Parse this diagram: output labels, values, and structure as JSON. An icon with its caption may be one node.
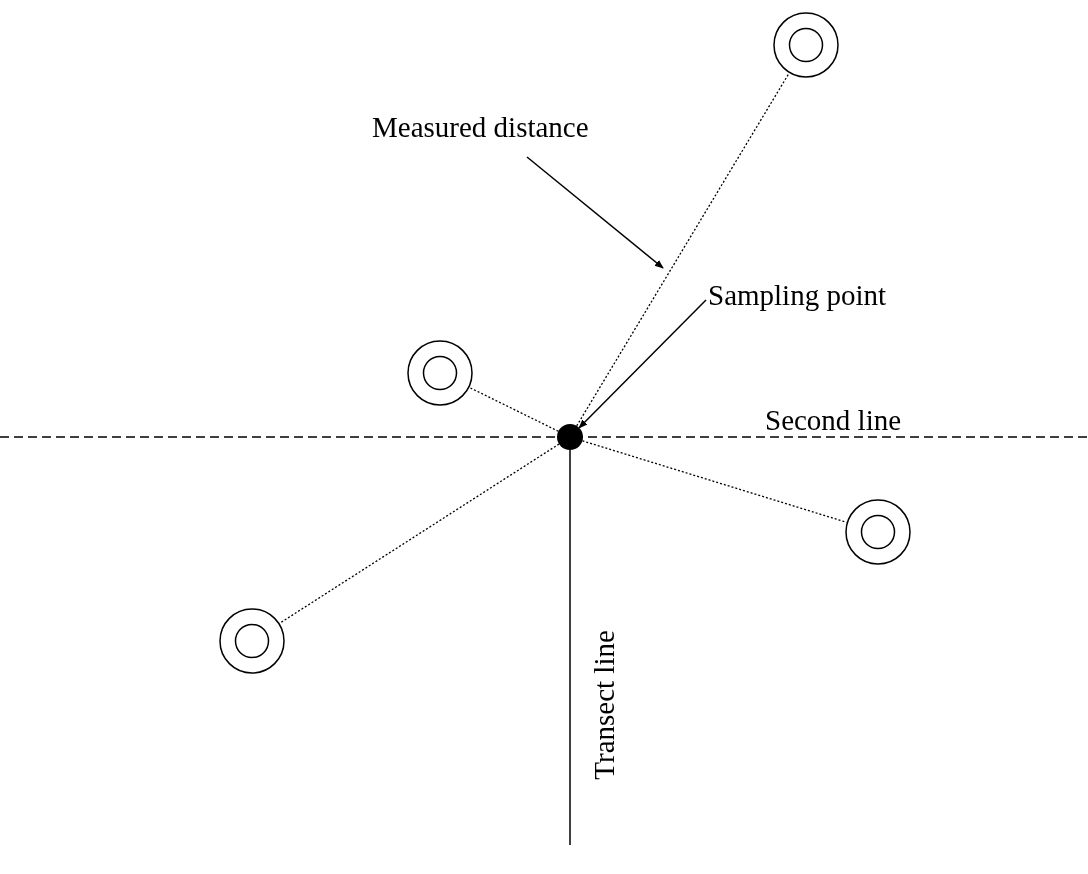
{
  "diagram": {
    "nodes": [
      {
        "text": [],
        "shape": "circle"
      },
      {
        "text": [
          "Measured distance"
        ]
      },
      {
        "text": [],
        "shape": "circle"
      },
      {
        "text": [
          "Sampling point"
        ]
      },
      {
        "text": [],
        "shape": "circle"
      },
      {
        "text": [],
        "shape": "circle"
      },
      {
        "text": [],
        "shape": "circle"
      }
    ],
    "edges": [
      {
        "from": 4,
        "to": 0,
        "arrow": "none",
        "style": "dashed"
      },
      {
        "from": 1,
        "to": null,
        "arrow": "to"
      },
      {
        "from": 4,
        "to": 2,
        "arrow": "none",
        "style": "dashed"
      },
      {
        "from": 3,
        "to": 4,
        "arrow": "to"
      },
      {
        "from": 4,
        "to": 5,
        "arrow": "none",
        "style": "dashed"
      },
      {
        "from": 4,
        "to": 6,
        "arrow": "none",
        "style": "dashed"
      }
    ],
    "labels": [
      "Second line",
      "Transect line"
    ]
  }
}
